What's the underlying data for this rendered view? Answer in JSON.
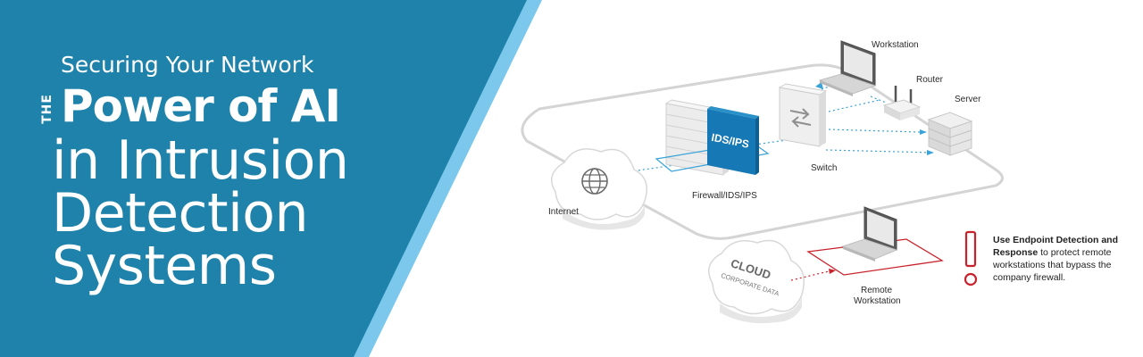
{
  "headline": {
    "subtitle": "Securing Your Network",
    "prefix": "THE",
    "power": "Power of AI",
    "line1": "in Intrusion",
    "line2": "Detection",
    "line3": "Systems"
  },
  "diagram": {
    "nodes": {
      "workstation": "Workstation",
      "router": "Router",
      "server": "Server",
      "switch": "Switch",
      "firewall": "Firewall/IDS/IPS",
      "internet": "Internet",
      "remote_line1": "Remote",
      "remote_line2": "Workstation",
      "ids_screen": "IDS/IPS",
      "cloud_title": "CLOUD",
      "cloud_sub": "CORPORATE DATA"
    },
    "callout": {
      "bold": "Use Endpoint Detection and Response",
      "rest": " to protect remote workstations that bypass the company firewall."
    }
  },
  "colors": {
    "panel_blue": "#1e82aa",
    "stripe_light_blue": "#7cc8ec",
    "alert_red": "#c8232c",
    "link_blue": "#3aa3d8",
    "ids_blue": "#1678b4"
  },
  "icons": [
    "cloud-globe-icon",
    "firewall-wall-icon",
    "ids-ips-screen-icon",
    "switch-icon",
    "laptop-icon",
    "router-icon",
    "server-icon",
    "corporate-cloud-icon",
    "remote-laptop-icon",
    "exclamation-icon"
  ]
}
